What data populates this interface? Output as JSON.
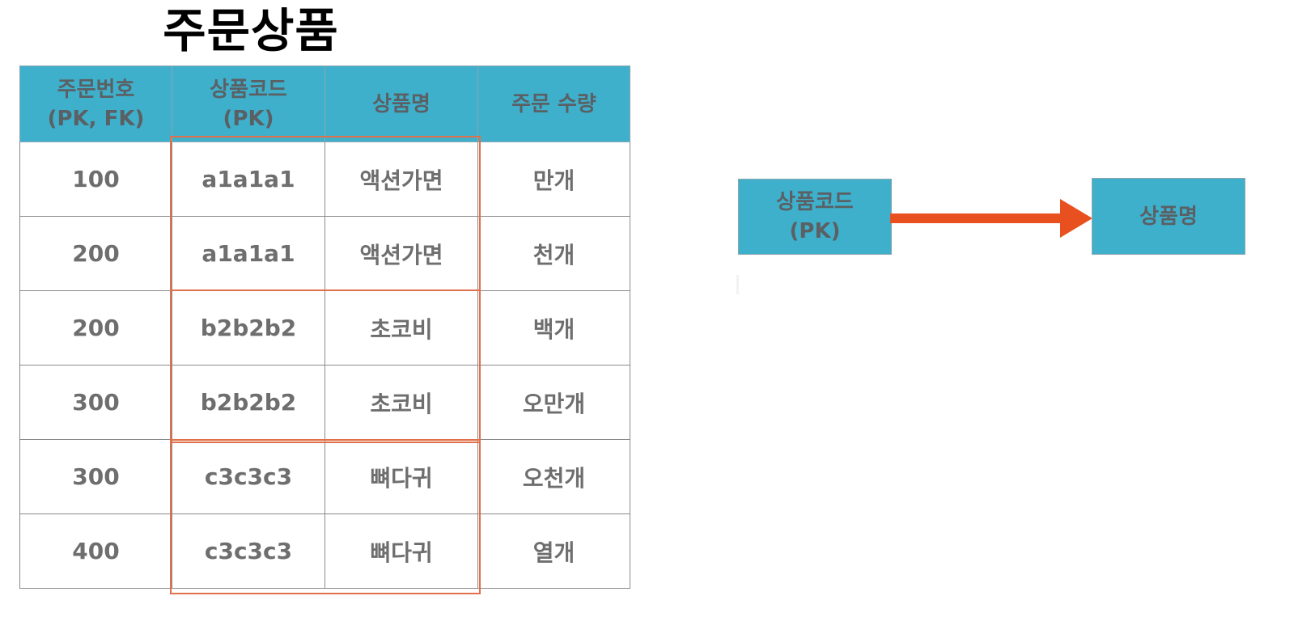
{
  "title": "주문상품",
  "table": {
    "headers": [
      "주문번호\n(PK, FK)",
      "상품코드\n(PK)",
      "상품명",
      "주문 수량"
    ],
    "rows": [
      [
        "100",
        "a1a1a1",
        "액션가면",
        "만개"
      ],
      [
        "200",
        "a1a1a1",
        "액션가면",
        "천개"
      ],
      [
        "200",
        "b2b2b2",
        "초코비",
        "백개"
      ],
      [
        "300",
        "b2b2b2",
        "초코비",
        "오만개"
      ],
      [
        "300",
        "c3c3c3",
        "뼈다귀",
        "오천개"
      ],
      [
        "400",
        "c3c3c3",
        "뼈다귀",
        "열개"
      ]
    ],
    "highlight_groups": [
      {
        "product_code": "a1a1a1",
        "rows": [
          0,
          1
        ]
      },
      {
        "product_code": "b2b2b2",
        "rows": [
          2,
          3
        ]
      },
      {
        "product_code": "c3c3c3",
        "rows": [
          4,
          5
        ]
      }
    ]
  },
  "dependency": {
    "from_label": "상품코드\n(PK)",
    "to_label": "상품명"
  },
  "colors": {
    "header_fill": "#3fb0cc",
    "highlight": "#e0704a",
    "arrow": "#e8501f",
    "cell_text": "#6e6e6e"
  }
}
